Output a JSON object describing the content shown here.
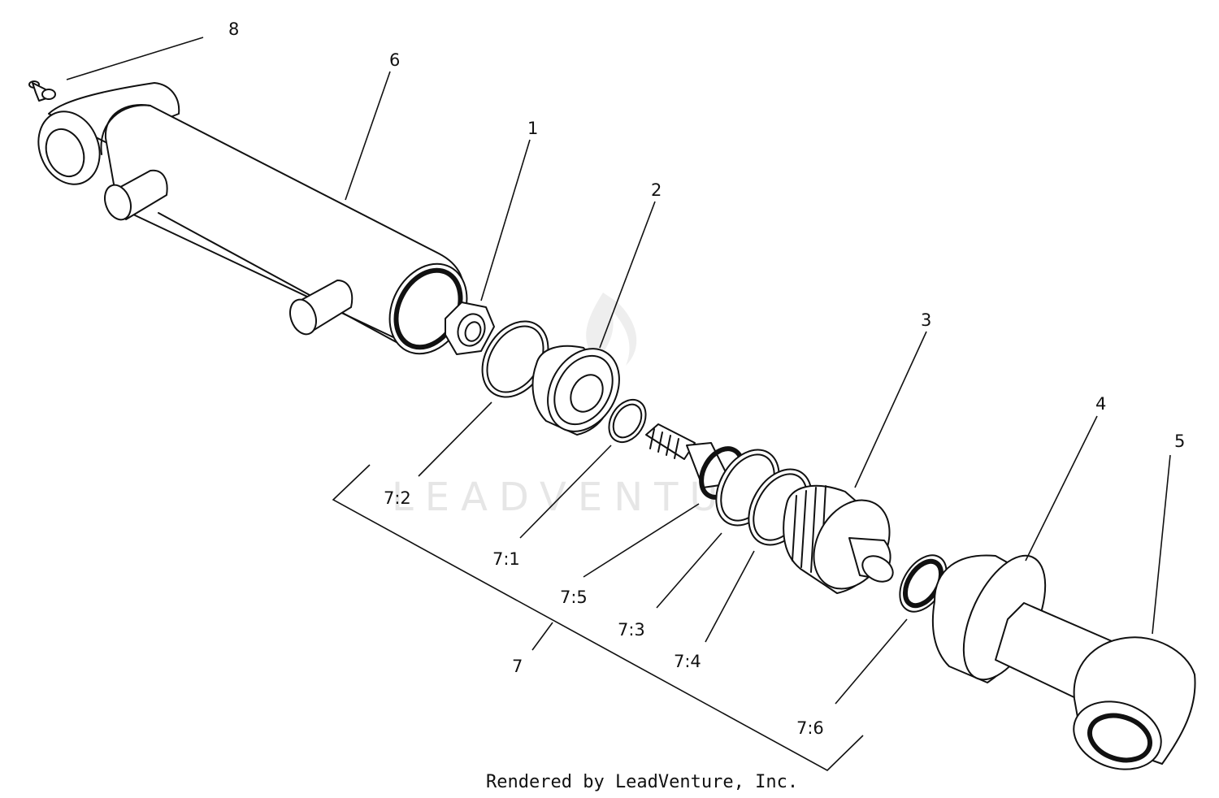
{
  "diagram": {
    "callouts": {
      "c1": "1",
      "c2": "2",
      "c3": "3",
      "c4": "4",
      "c5": "5",
      "c6": "6",
      "c7": "7",
      "c8": "8",
      "c7_1": "7:1",
      "c7_2": "7:2",
      "c7_3": "7:3",
      "c7_4": "7:4",
      "c7_5": "7:5",
      "c7_6": "7:6"
    },
    "watermark": "LEADVENTURE",
    "credit": "Rendered by LeadVenture, Inc."
  }
}
